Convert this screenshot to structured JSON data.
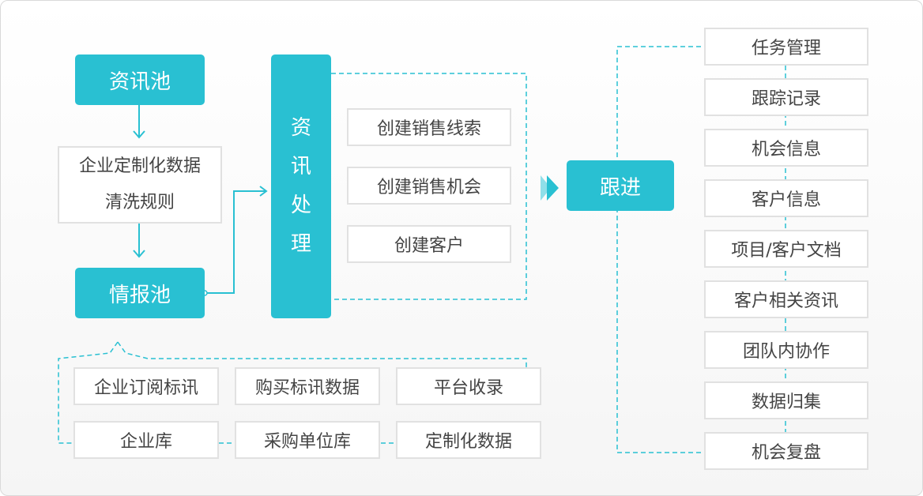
{
  "pools": {
    "news_pool": "资讯池",
    "intel_pool": "情报池"
  },
  "cleaning": {
    "line1": "企业定制化数据",
    "line2": "清洗规则"
  },
  "processing": {
    "chars": [
      "资",
      "讯",
      "处",
      "理"
    ]
  },
  "actions": [
    "创建销售线索",
    "创建销售机会",
    "创建客户"
  ],
  "follow_up": "跟进",
  "follow_items": [
    "任务管理",
    "跟踪记录",
    "机会信息",
    "客户信息",
    "项目/客户文档",
    "客户相关资讯",
    "团队内协作",
    "数据归集",
    "机会复盘"
  ],
  "sources": [
    "企业订阅标讯",
    "购买标讯数据",
    "平台收录",
    "企业库",
    "采购单位库",
    "定制化数据"
  ],
  "colors": {
    "accent": "#29c0d2",
    "box_border": "#e1e1e1",
    "text": "#444444"
  }
}
